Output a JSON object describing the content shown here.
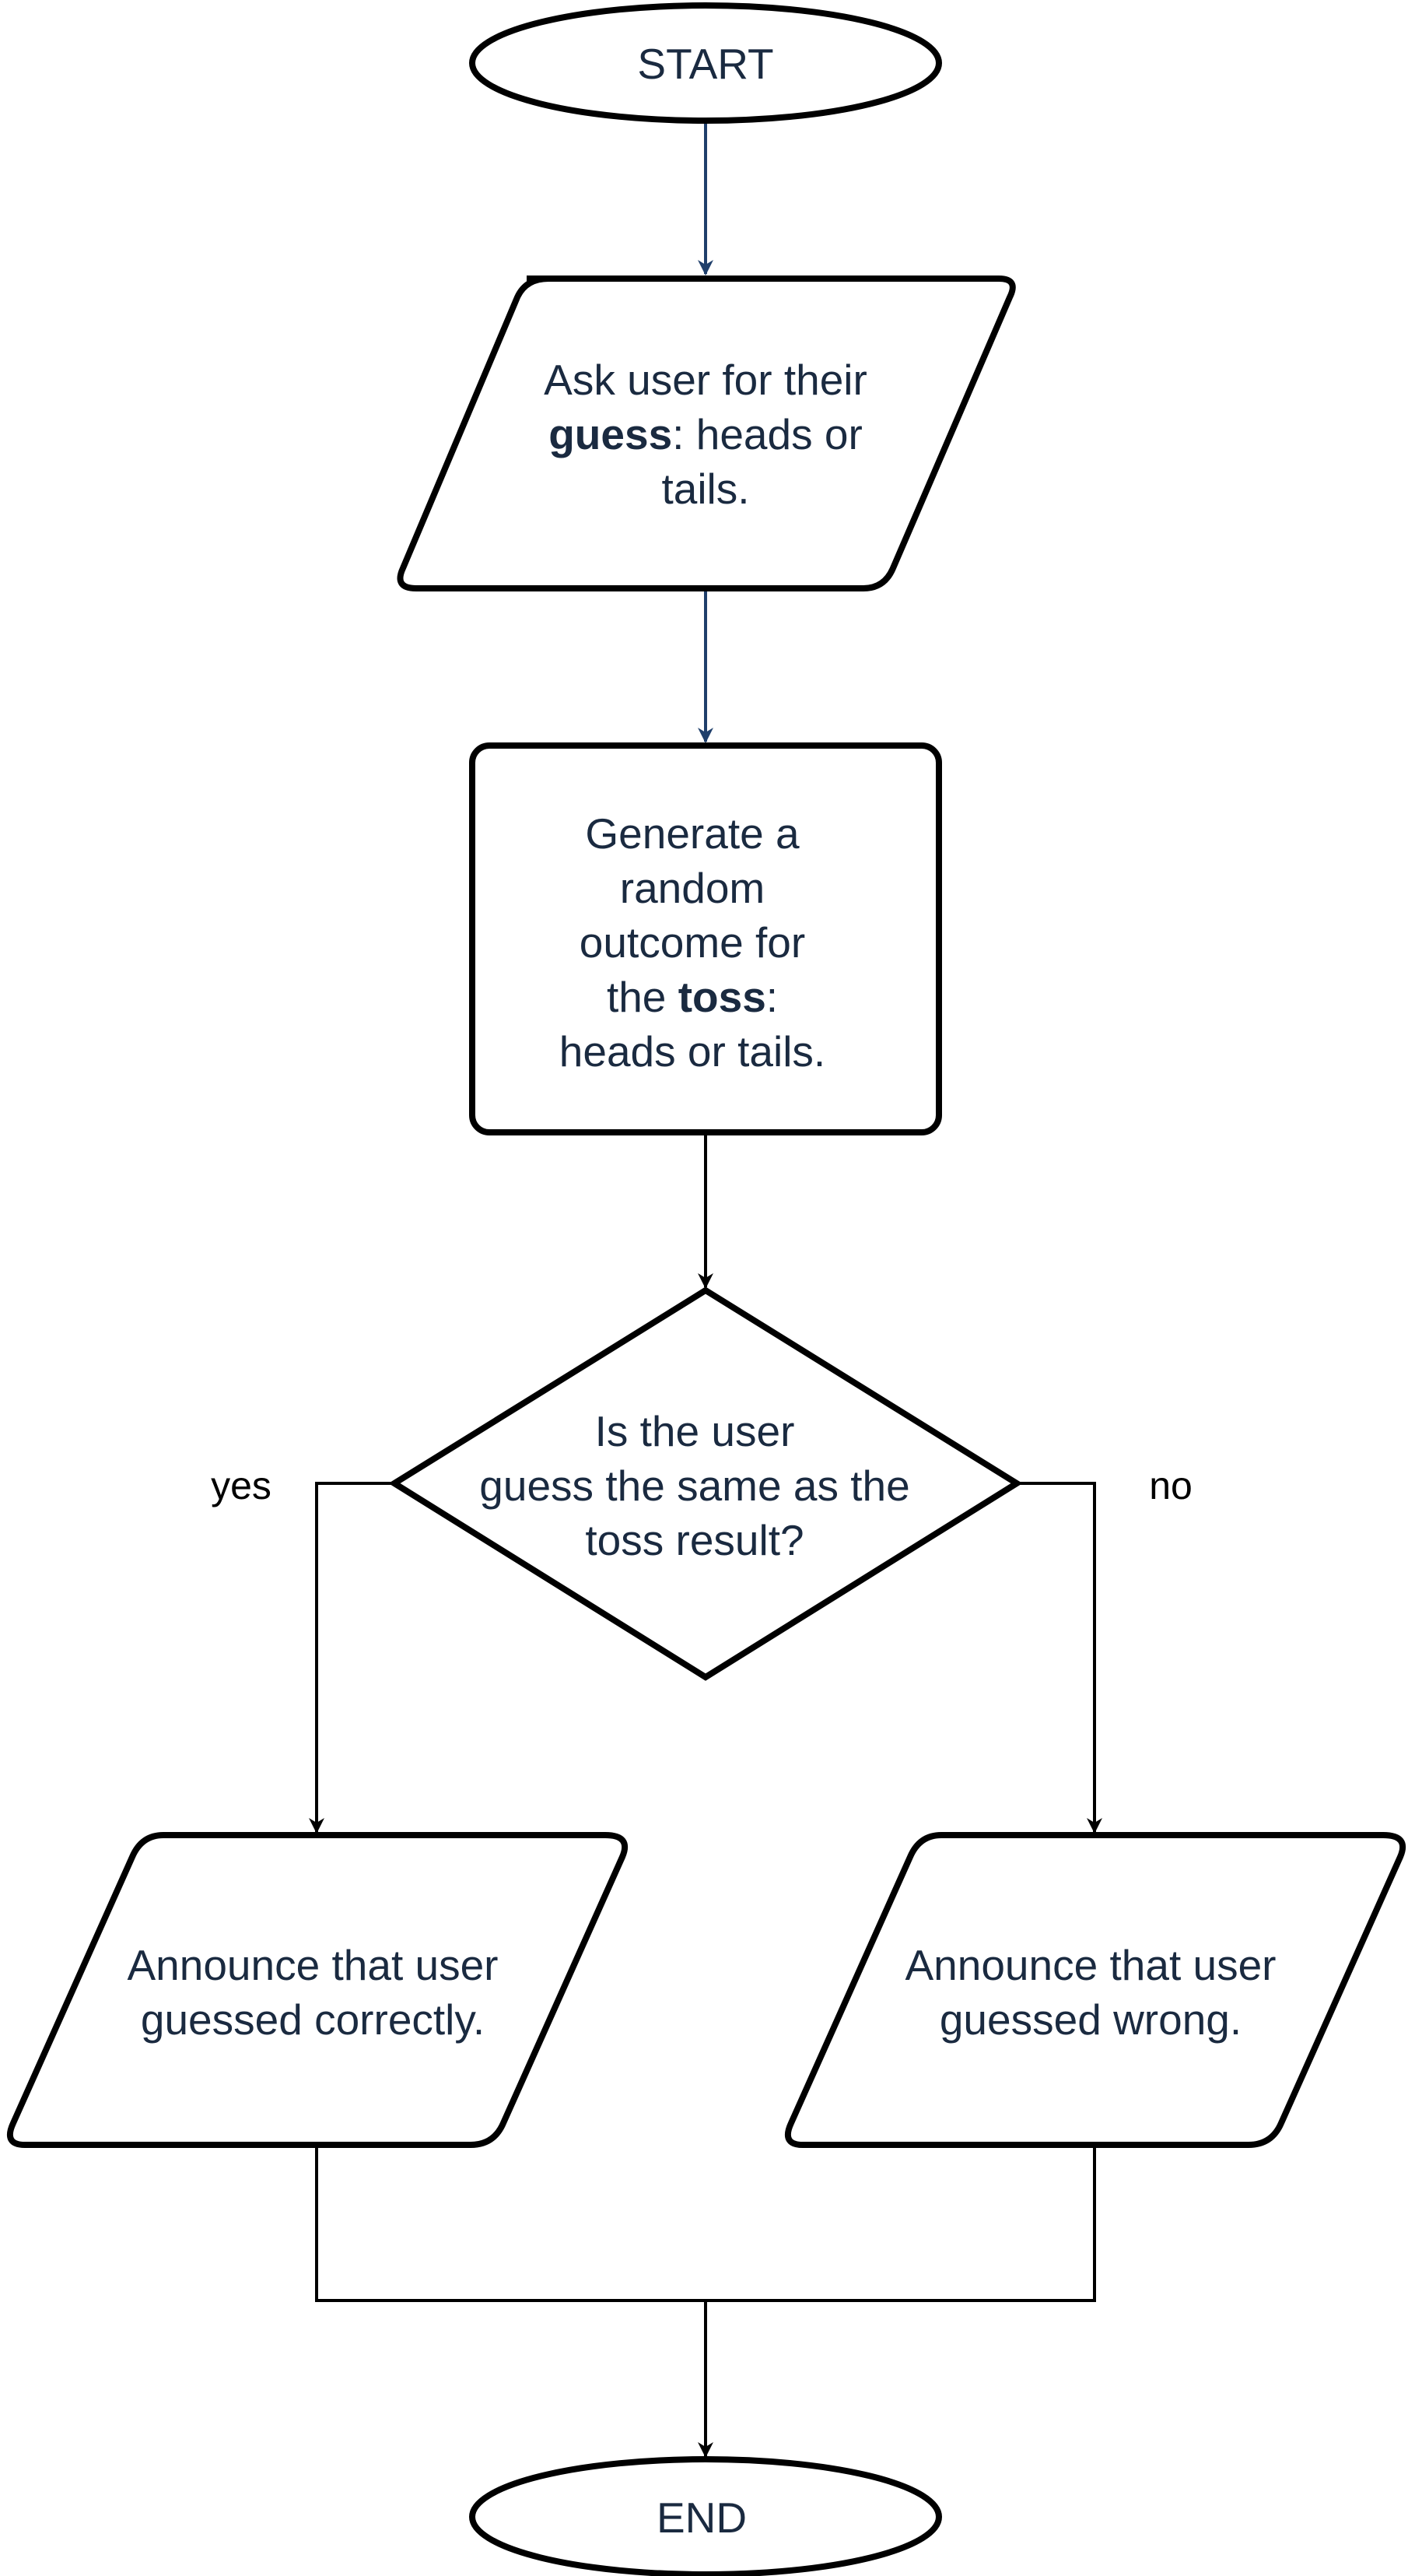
{
  "diagram": {
    "nodes": {
      "start": {
        "label": "START"
      },
      "input_guess": {
        "lines": [
          [
            {
              "text": "Ask user for their"
            }
          ],
          [
            {
              "text": "guess",
              "bold": true
            },
            {
              "text": ": heads or"
            }
          ],
          [
            {
              "text": "tails."
            }
          ]
        ]
      },
      "generate_toss": {
        "lines": [
          [
            {
              "text": "Generate a"
            }
          ],
          [
            {
              "text": "random"
            }
          ],
          [
            {
              "text": "outcome for"
            }
          ],
          [
            {
              "text": "the "
            },
            {
              "text": "toss",
              "bold": true
            },
            {
              "text": ":"
            }
          ],
          [
            {
              "text": "heads or tails."
            }
          ]
        ]
      },
      "decision": {
        "lines": [
          [
            {
              "text": "Is the user"
            }
          ],
          [
            {
              "text": "guess the same as the"
            }
          ],
          [
            {
              "text": "toss result?"
            }
          ]
        ]
      },
      "announce_correct": {
        "lines": [
          [
            {
              "text": "Announce that user"
            }
          ],
          [
            {
              "text": "guessed correctly."
            }
          ]
        ]
      },
      "announce_wrong": {
        "lines": [
          [
            {
              "text": "Announce that user"
            }
          ],
          [
            {
              "text": "guessed wrong."
            }
          ]
        ]
      },
      "end": {
        "label": "END"
      }
    },
    "edge_labels": {
      "yes": "yes",
      "no": "no"
    },
    "colors": {
      "node_stroke": "#000000",
      "node_text": "#1a2a40",
      "top_connector": "#1f3f6b",
      "connector": "#000000"
    }
  }
}
